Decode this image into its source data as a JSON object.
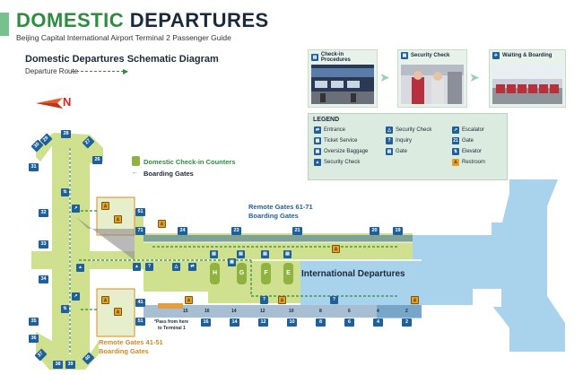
{
  "header": {
    "title_part1": "DOMESTIC",
    "title_part2": "DEPARTURES",
    "subtitle": "Beijing Capital International Airport Terminal 2 Passenger Guide"
  },
  "diagram": {
    "title": "Domestic Departures Schematic Diagram",
    "route_label": "Departure Route",
    "north_label": "N"
  },
  "procedures": [
    {
      "label": "Check-in Procedures",
      "icon": "check-in-icon"
    },
    {
      "label": "Security Check",
      "icon": "security-check-icon"
    },
    {
      "label": "Waiting & Boarding",
      "icon": "boarding-icon"
    }
  ],
  "legend": {
    "title": "LEGEND",
    "items": [
      {
        "label": "Entrance",
        "icon": "entrance-icon"
      },
      {
        "label": "Ticket Service",
        "icon": "ticket-service-icon"
      },
      {
        "label": "Oversize Baggage",
        "icon": "oversize-baggage-icon"
      },
      {
        "label": "Security Check",
        "icon": "security-check-icon"
      },
      {
        "label": "Security Check",
        "icon": "security-check-icon"
      },
      {
        "label": "Inquiry",
        "icon": "inquiry-icon",
        "glyph": "?"
      },
      {
        "label": "Gate",
        "icon": "gate-icon"
      },
      {
        "label": "Escalator",
        "icon": "escalator-icon"
      },
      {
        "label": "Gate",
        "icon": "gate-number-icon",
        "glyph": "21"
      },
      {
        "label": "Elevator",
        "icon": "elevator-icon"
      },
      {
        "label": "Restroom",
        "icon": "restroom-icon"
      }
    ]
  },
  "map_labels": {
    "checkin_counters": "Domestic Check-in Counters",
    "boarding_gates": "Boarding Gates",
    "remote_61_71_line1": "Remote Gates 61-71",
    "remote_61_71_line2": "Boarding Gates",
    "remote_41_51_line1": "Remote Gates 41-51",
    "remote_41_51_line2": "Boarding Gates",
    "international": "International Departures",
    "pass_line1": "*Pass from here",
    "pass_line2": "to Terminal 1"
  },
  "gates": {
    "g28": "28",
    "g29": "29",
    "g30": "30",
    "g27": "27",
    "g26": "26",
    "g31": "31",
    "g32": "32",
    "g33": "33",
    "g34": "34",
    "g35": "35",
    "g36": "36",
    "g37": "37",
    "g38": "38",
    "g39": "39",
    "g40": "40",
    "g61": "61",
    "g71": "71",
    "g41": "41",
    "g51": "51",
    "g24": "24",
    "g23": "23",
    "g21": "21",
    "g20": "20",
    "g19": "19",
    "g16": "16",
    "g15": "15",
    "g14": "14",
    "g12": "12",
    "g10": "10",
    "g8": "8",
    "g6": "6",
    "g4": "4",
    "g2": "2",
    "b16": "16",
    "b14": "14",
    "b12": "12",
    "b10": "10",
    "b8": "8",
    "b6": "6",
    "b4": "4",
    "b2": "2"
  },
  "counters": {
    "h": "H",
    "g": "G",
    "f": "F",
    "e": "E"
  },
  "colors": {
    "domestic": "#cfe08e",
    "international": "#a9d3ec",
    "gate": "#1f5f9a",
    "restroom": "#e8a020",
    "route": "#2e8b3f",
    "remote_orange": "#e0a040"
  }
}
